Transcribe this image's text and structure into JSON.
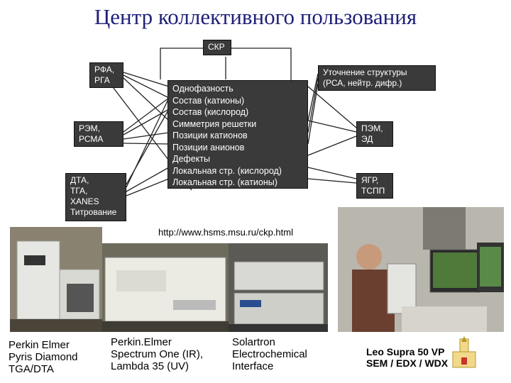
{
  "title": "Центр коллективного пользования",
  "diagram": {
    "skp": "СКР",
    "left_boxes": [
      "РФА,\nРГА",
      "РЭМ,\nРСМА",
      "ДТА,\nТГА,\nXANES\nТитрование"
    ],
    "right_boxes": [
      "Уточнение структуры\n(РСА, нейтр. дифр.)",
      "ПЭМ,\nЭД",
      "ЯГР,\nТСПП"
    ],
    "center_items": [
      "Однофазность",
      "Состав (катионы)",
      "Состав (кислород)",
      "Симметрия решетки",
      "Позиции катионов",
      "Позиции анионов",
      "Дефекты",
      "Локальная стр. (кислород)",
      "Локальная стр. (катионы)"
    ]
  },
  "url": "http://www.hsms.msu.ru/ckp.html",
  "captions": {
    "c1": "Perkin Elmer\nPyris Diamond\nTGA/DTA",
    "c2": "Perkin.Elmer\nSpectrum One (IR),\nLambda 35 (UV)",
    "c3": "Solartron\nElectrochemical\nInterface",
    "c4": "Leo Supra 50 VP\nSEM / EDX / WDX"
  },
  "colors": {
    "title": "#1f1f7a",
    "box_bg": "#3a3a3a",
    "box_text": "#ffffff"
  }
}
